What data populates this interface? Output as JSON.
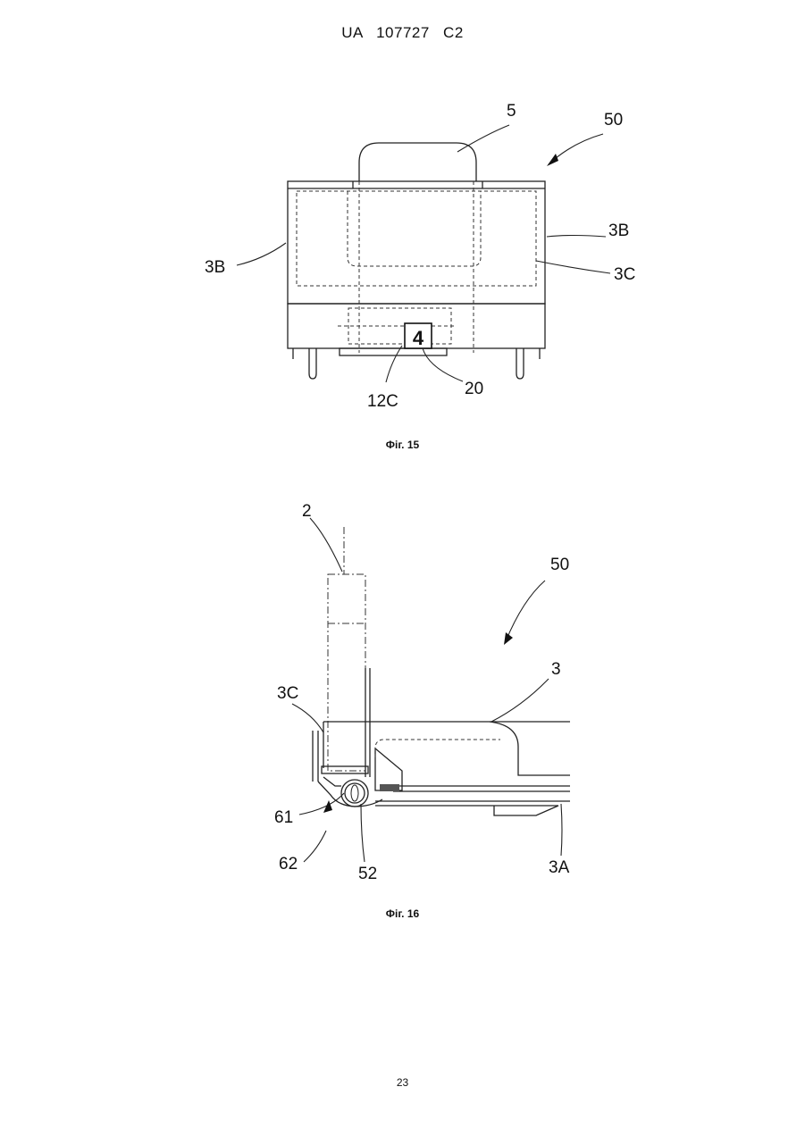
{
  "header": {
    "patent_number": "UA   107727   C2"
  },
  "figure15": {
    "caption": "Фіг. 15",
    "labels": {
      "l5": "5",
      "l50": "50",
      "l3b_right": "3B",
      "l3b_left": "3B",
      "l3c": "3C",
      "l4": "4",
      "l12c": "12C",
      "l20": "20"
    }
  },
  "figure16": {
    "caption": "Фіг. 16",
    "labels": {
      "l2": "2",
      "l50": "50",
      "l3c": "3C",
      "l3": "3",
      "l61": "61",
      "l62": "62",
      "l52": "52",
      "l3a": "3A"
    }
  },
  "page": {
    "number": "23"
  }
}
